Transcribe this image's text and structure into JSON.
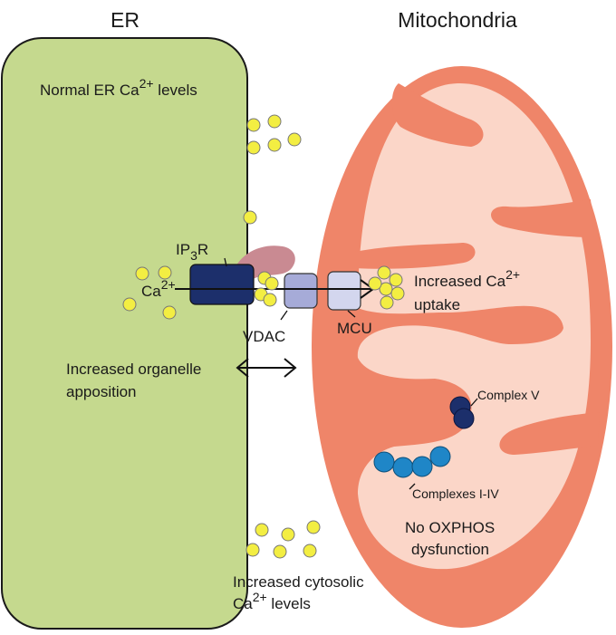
{
  "titles": {
    "er": "ER",
    "mitochondria": "Mitochondria"
  },
  "labels": {
    "normal_er_ca_prefix": "Normal ER Ca",
    "normal_er_ca_sup": "2+",
    "normal_er_ca_suffix": " levels",
    "ip3r_a": "IP",
    "ip3r_sub": "3",
    "ip3r_b": "R",
    "ca_ion": "Ca",
    "ca_ion_sup": "2+",
    "vdac": "VDAC",
    "mcu": "MCU",
    "uptake_line1": "Increased Ca",
    "uptake_line1_sup": "2+",
    "uptake_line2": "uptake",
    "apposition_line1": "Increased organelle",
    "apposition_line2": "apposition",
    "complex_v": "Complex V",
    "complexes_i_iv": "Complexes I-IV",
    "oxphos_line1": "No OXPHOS",
    "oxphos_line2": "dysfunction",
    "cytosolic_line1": "Increased cytosolic",
    "cytosolic_line2_prefix": "Ca",
    "cytosolic_line2_sup": "2+",
    "cytosolic_line2_suffix": " levels"
  },
  "colors": {
    "er_fill": "#c5d98e",
    "er_stroke": "#1a1a1a",
    "mito_outer": "#ef8569",
    "mito_inner": "#fbd6c8",
    "calcium": "#f3ee42",
    "ip3r": "#1c2f6b",
    "vdac": "#a6abd8",
    "mcu": "#d3d6ee",
    "tether": "#c98a92",
    "complex_v": "#1c2f6b",
    "complexes_i_iv": "#1f86c7"
  }
}
